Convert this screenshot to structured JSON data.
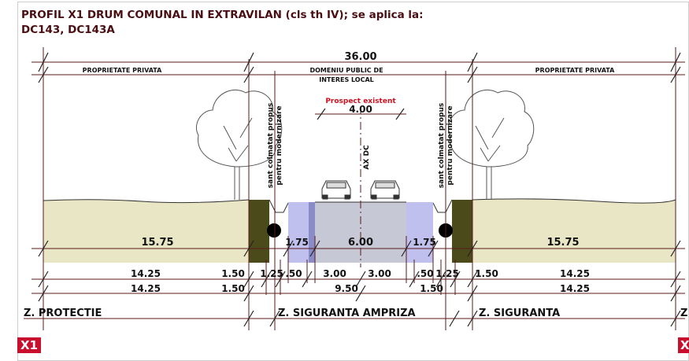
{
  "title": {
    "line1": "PROFIL X1 DRUM COMUNAL IN EXTRAVILAN (cls th IV); se aplica la:",
    "line2": "DC143, DC143A"
  },
  "top": {
    "total_width": "36.00",
    "left_zone": "PROPRIETATE PRIVATA",
    "center_zone_line1": "DOMENIU PUBLIC DE",
    "center_zone_line2": "INTERES LOCAL",
    "right_zone": "PROPRIETATE PRIVATA"
  },
  "prospect": {
    "label": "Prospect existent",
    "width": "4.00"
  },
  "axis_label": "AX DC",
  "ditch_label_line1": "sant colmatat propus",
  "ditch_label_line2": "pentru modernizare",
  "row1": {
    "left": "15.75",
    "shoulder_left": "1.75",
    "road": "6.00",
    "shoulder_right": "1.75",
    "right": "15.75"
  },
  "row2": [
    "14.25",
    "1.50",
    "1.25",
    ".50",
    "3.00",
    "3.00",
    ".50",
    "1.25",
    "1.50",
    "14.25"
  ],
  "row3": [
    "14.25",
    "1.50",
    "9.50",
    "1.50",
    "14.25"
  ],
  "zones": {
    "protectie": "Z. PROTECTIE",
    "siguranta_ampriza": "Z. SIGURANTA  AMPRIZA",
    "siguranta": "Z. SIGURANTA",
    "edge": "Z"
  },
  "markers": {
    "left": "X1",
    "right": "X"
  },
  "colors": {
    "title": "#4a0d12",
    "dim_line": "#5a1a1a",
    "ground": "#e8e6c4",
    "ditch_fill": "#4a4a1a",
    "shoulder": "#bfc0ee",
    "road": "#c7c8d6",
    "red": "#d0101f"
  }
}
